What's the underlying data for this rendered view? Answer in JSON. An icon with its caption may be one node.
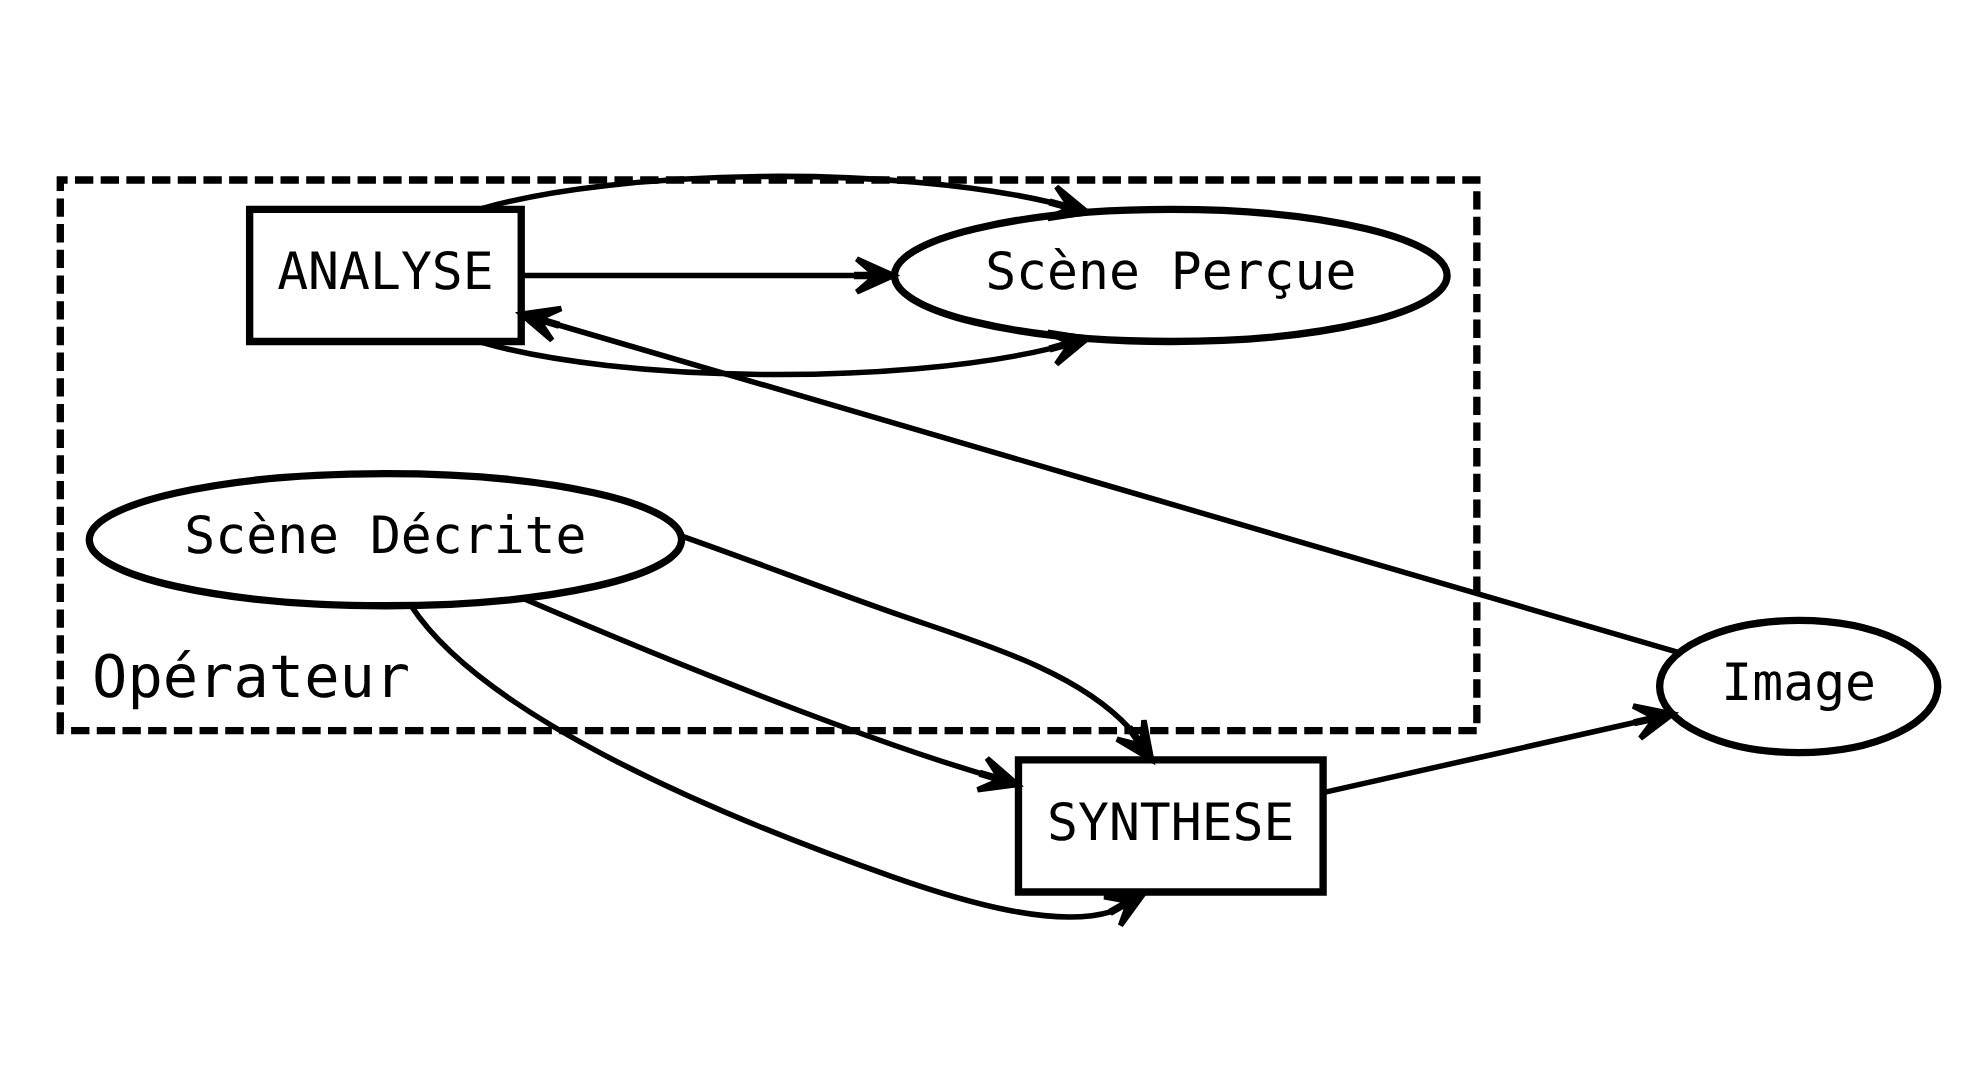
{
  "diagram": {
    "nodes": [
      {
        "text": [
          "Opérateur"
        ]
      },
      {
        "text": [
          "Scène Décrite"
        ],
        "in": 0
      },
      {
        "text": [
          "SYNTHESE"
        ]
      },
      {
        "text": [
          "Image"
        ]
      },
      {
        "text": [
          "ANALYSE"
        ],
        "in": 0
      },
      {
        "text": [
          "Scène Perçue"
        ],
        "in": 0
      }
    ],
    "edges": [
      {
        "from": 1,
        "to": 2,
        "arrow": "to"
      },
      {
        "from": 1,
        "to": 2,
        "arrow": "to"
      },
      {
        "from": 1,
        "to": 2,
        "arrow": "to"
      },
      {
        "from": 2,
        "to": 3,
        "arrow": "to"
      },
      {
        "from": 3,
        "to": 4,
        "arrow": "to"
      },
      {
        "from": 4,
        "to": 5,
        "arrow": "to"
      },
      {
        "from": 4,
        "to": 5,
        "arrow": "to"
      },
      {
        "from": 4,
        "to": 5,
        "arrow": "to"
      }
    ]
  }
}
